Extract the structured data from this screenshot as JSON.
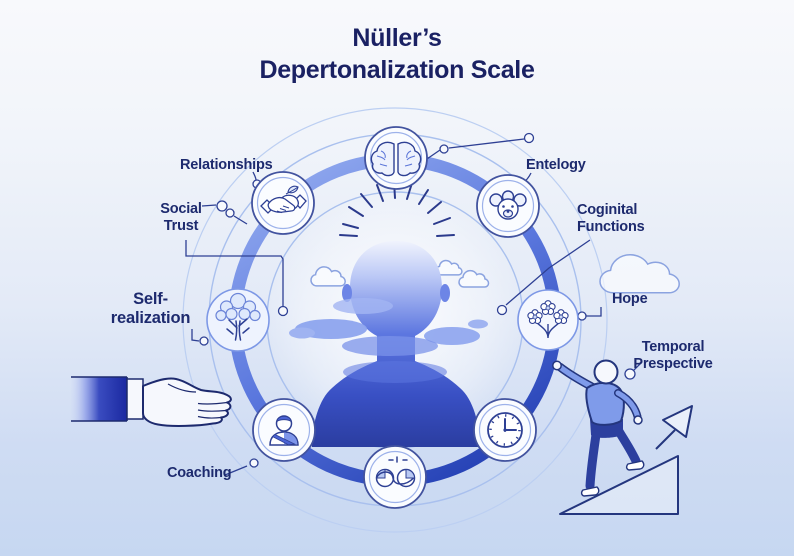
{
  "title": "Nüller’s Depertonalization Scale",
  "labels": {
    "relationships": "Relationships",
    "social_trust": "Social Trust",
    "self_realization": "Self-realization",
    "coaching": "Coaching",
    "entelogy": "Entelogy",
    "coginital_functions": "Coginital Functions",
    "hope": "Hope",
    "temporal_prespective": "Temporal Prespective"
  },
  "ring_icons": [
    "brain",
    "animal-face",
    "flower-bouquet",
    "clock",
    "whale",
    "coach-person",
    "tree",
    "handshake"
  ],
  "illustrations": [
    "head-silhouette",
    "sunburst-rays",
    "clouds",
    "open-hand",
    "climbing-person",
    "upward-arrow",
    "slope"
  ],
  "colors": {
    "background_top": "#f8f9fc",
    "background_bottom": "#c6d7f1",
    "title_text": "#1a2163",
    "label_text": "#1d2a6e",
    "ring_band_light": "#8ea7ee",
    "ring_band_dark": "#2440b4",
    "ring_thin": "#a9c0ee",
    "outline_navy": "#2e4094",
    "figure_blue": "#4a63d4"
  }
}
